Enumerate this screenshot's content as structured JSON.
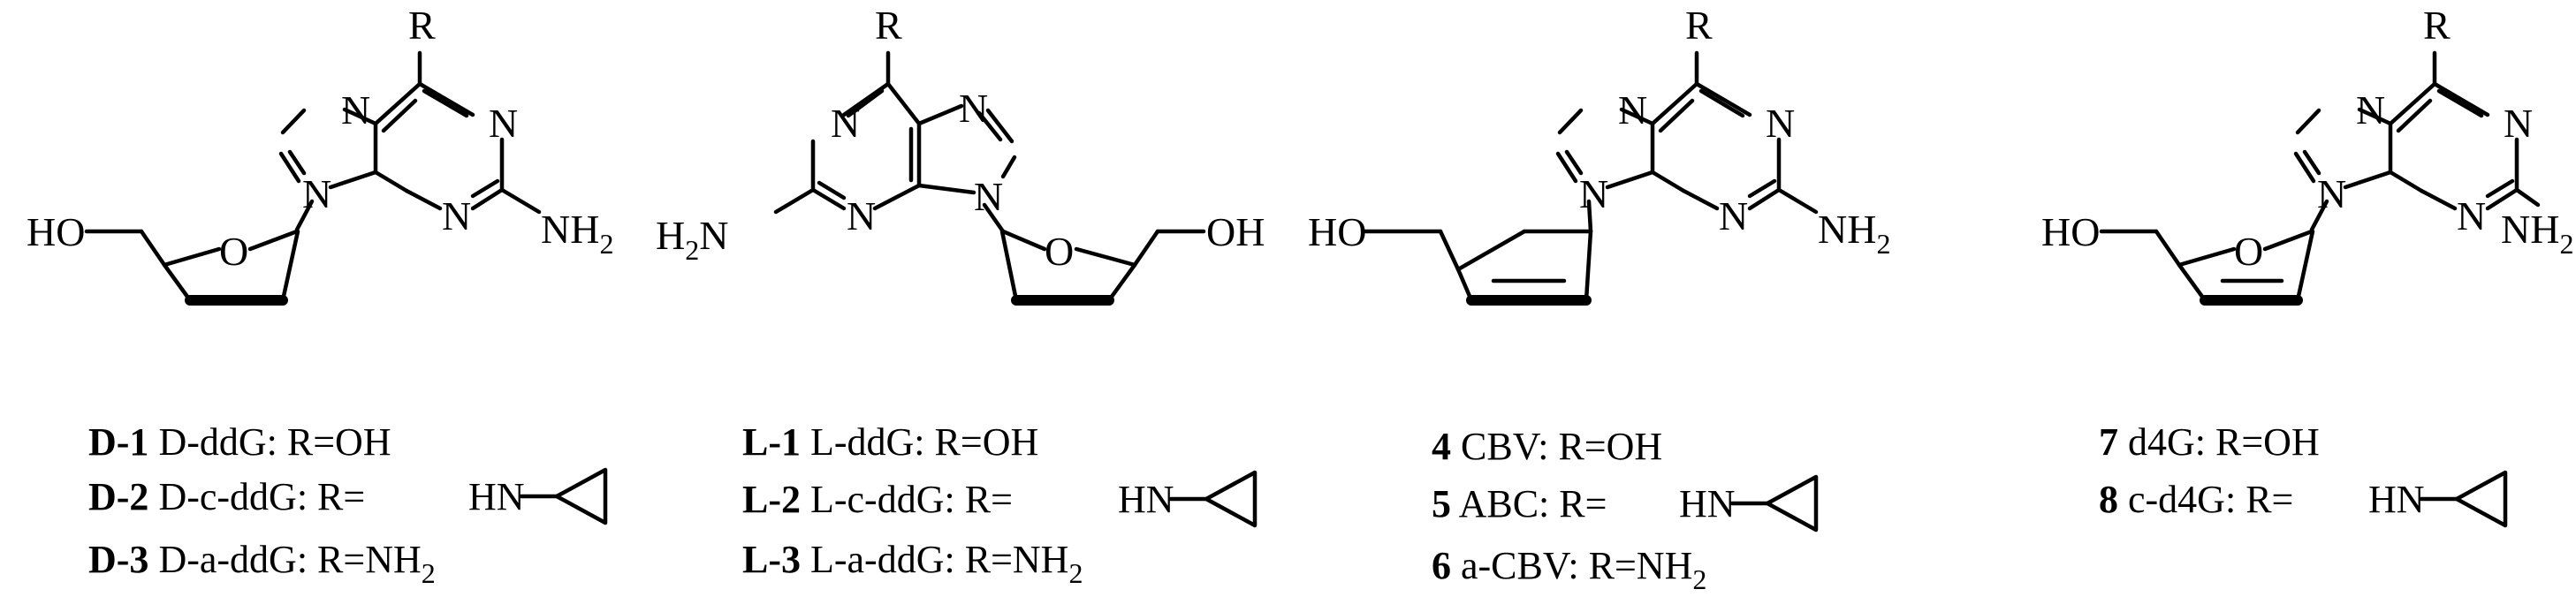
{
  "compounds": [
    {
      "labels": [
        "R",
        "N",
        "N",
        "N",
        "N",
        "N",
        "HO",
        "O",
        "NH",
        "2"
      ],
      "entries": [
        {
          "code": "D-1",
          "name": "D-ddG:",
          "subst": "R=OH"
        },
        {
          "code": "D-2",
          "name": "D-c-ddG:",
          "subst": "R=",
          "group": "HN",
          "ring": "cyclopropyl-icon"
        },
        {
          "code": "D-3",
          "name": "D-a-ddG:",
          "subst": "R=NH",
          "subst_sub": "2"
        }
      ]
    },
    {
      "labels": [
        "R",
        "N",
        "N",
        "N",
        "N",
        "N",
        "H",
        "2",
        "N",
        "O",
        "OH"
      ],
      "entries": [
        {
          "code": "L-1",
          "name": "L-ddG:",
          "subst": "R=OH"
        },
        {
          "code": "L-2",
          "name": "L-c-ddG:",
          "subst": "R=",
          "group": "HN",
          "ring": "cyclopropyl-icon"
        },
        {
          "code": "L-3",
          "name": "L-a-ddG:",
          "subst": "R=NH",
          "subst_sub": "2"
        }
      ]
    },
    {
      "labels": [
        "R",
        "N",
        "N",
        "N",
        "N",
        "N",
        "HO",
        "NH",
        "2"
      ],
      "entries": [
        {
          "code": "4",
          "name": "CBV:",
          "subst": "R=OH"
        },
        {
          "code": "5",
          "name": "ABC:",
          "subst": "R=",
          "group": "HN",
          "ring": "cyclopropyl-icon"
        },
        {
          "code": "6",
          "name": "a-CBV:",
          "subst": "R=NH",
          "subst_sub": "2"
        }
      ]
    },
    {
      "labels": [
        "R",
        "N",
        "N",
        "N",
        "N",
        "N",
        "HO",
        "O",
        "NH",
        "2"
      ],
      "entries": [
        {
          "code": "7",
          "name": "d4G:",
          "subst": "R=OH"
        },
        {
          "code": "8",
          "name": "c-d4G:",
          "subst": "R=",
          "group": "HN",
          "ring": "cyclopropyl-icon"
        }
      ]
    }
  ]
}
